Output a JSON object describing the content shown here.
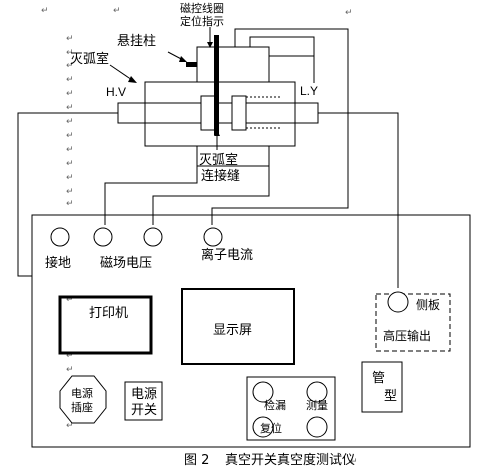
{
  "labels": {
    "coil_indicator_line1": "磁控线圈",
    "coil_indicator_line2": "定位指示",
    "hanging_post": "悬挂柱",
    "arc_chamber": "灭弧室",
    "hv": "H.V",
    "ly": "L.Y",
    "arc_connector_line1": "灭弧室",
    "arc_connector_line2": "连接缝",
    "ground": "接地",
    "field_voltage": "磁场电压",
    "ion_current": "离子电流",
    "printer": "打印机",
    "display": "显示屏",
    "side_board": "侧板",
    "hv_output": "高压输出",
    "power_socket_line1": "电源",
    "power_socket_line2": "插座",
    "power_switch_line1": "电源",
    "power_switch_line2": "开关",
    "tube_type_line1": "管",
    "tube_type_line2": "型",
    "check_leak": "检漏",
    "measure": "测量",
    "reset": "复位",
    "caption_number": "图 2",
    "caption_title": "真空开关真空度测试仪"
  },
  "colors": {
    "stroke": "#000000",
    "paragraph_mark": "#666666",
    "background": "#ffffff"
  }
}
